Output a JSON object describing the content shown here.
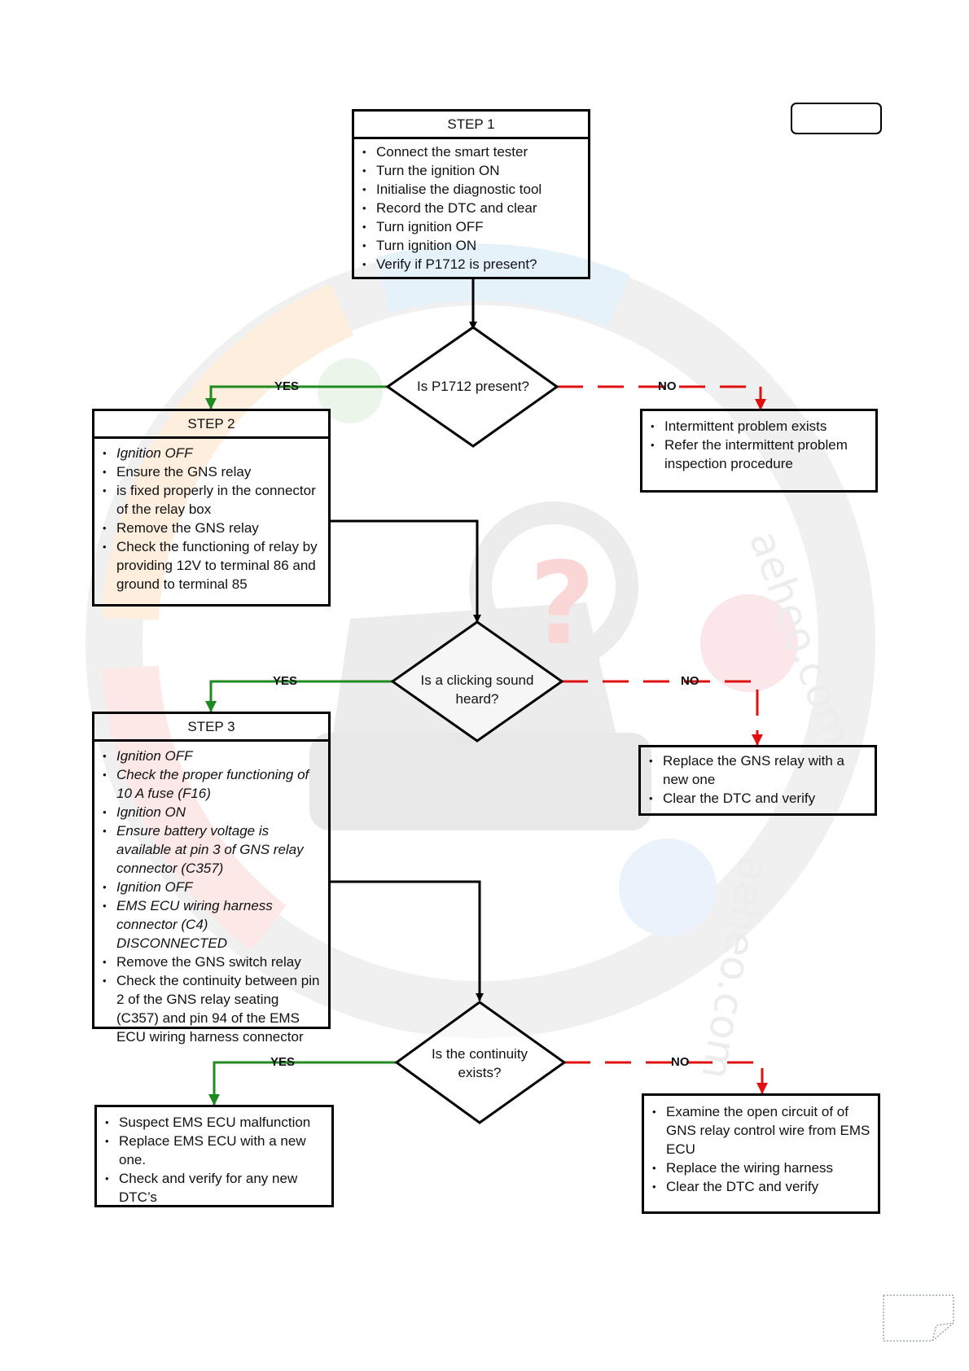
{
  "step1": {
    "title": "STEP 1",
    "items": [
      "Connect the smart tester",
      "Turn the ignition  ON",
      "Initialise the diagnostic tool",
      "Record the DTC and clear",
      "Turn ignition  OFF",
      "Turn ignition ON",
      "Verify if   P1712 is present?"
    ]
  },
  "decision1": {
    "text": "Is  P1712 present?"
  },
  "step2": {
    "title": "STEP 2",
    "items": [
      "Ignition OFF",
      "Ensure the GNS  relay",
      " is fixed properly in the connector of the relay box",
      "Remove the  GNS relay",
      "Check the functioning of relay by providing 12V  to terminal 86 and ground to terminal 85"
    ]
  },
  "no1_box": {
    "items": [
      "Intermittent problem exists",
      "Refer the intermittent problem inspection procedure"
    ]
  },
  "decision2": {
    "line1": "Is a  clicking sound",
    "line2": "heard?"
  },
  "step3": {
    "title": "STEP 3",
    "items": [
      "Ignition OFF",
      "Check the proper functioning of 10 A fuse (F16)",
      " Ignition ON",
      " Ensure battery voltage is available at pin 3 of GNS relay connector (C357)",
      "Ignition OFF",
      "EMS ECU wiring harness connector (C4) DISCONNECTED",
      "Remove the GNS switch relay",
      "Check the continuity   between pin 2  of the GNS relay  seating (C357)  and pin 94 of the EMS ECU wiring harness connector"
    ]
  },
  "no2_box": {
    "items": [
      "Replace the GNS relay with a new one",
      "Clear the DTC and verify"
    ]
  },
  "decision3": {
    "line1": "Is the continuity",
    "line2": "exists?"
  },
  "yes3_box": {
    "items": [
      "Suspect  EMS ECU  malfunction",
      "Replace EMS ECU  with a new one.",
      "Check and verify for any new DTC’s"
    ]
  },
  "no3_box": {
    "items": [
      "Examine the open circuit of  of GNS relay control wire from EMS ECU",
      "Replace the wiring harness",
      "Clear the DTC and verify"
    ]
  },
  "labels": {
    "yes": "YES",
    "no": "NO"
  },
  "colors": {
    "yes_line": "#1f8a1f",
    "no_line": "#e01010",
    "border": "#000000"
  }
}
